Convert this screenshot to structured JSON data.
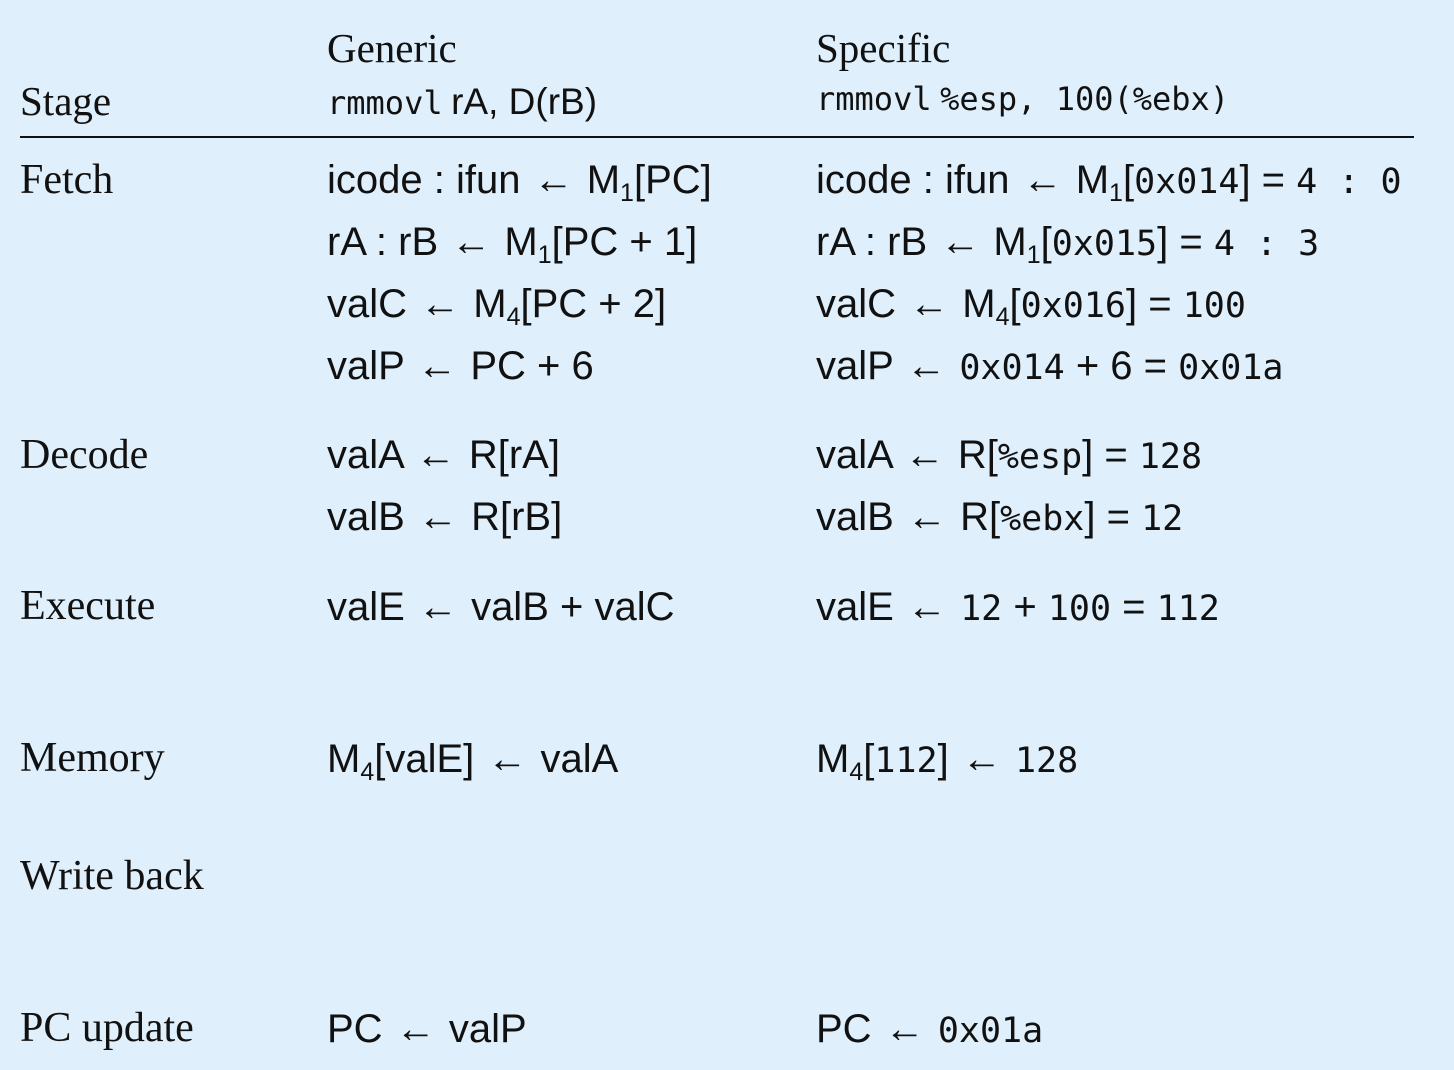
{
  "header": {
    "stage": "Stage",
    "generic_title": "Generic",
    "generic_mnemonic": "rmmovl",
    "generic_operands": "rA, D(rB)",
    "specific_title": "Specific",
    "specific_mnemonic": "rmmovl",
    "specific_operands": "%esp, 100(%ebx)"
  },
  "stages": {
    "fetch": "Fetch",
    "decode": "Decode",
    "execute": "Execute",
    "memory": "Memory",
    "write_back": "Write back",
    "pc_update": "PC update"
  },
  "generic": {
    "fetch_1": {
      "lhs": "icode : ifun",
      "arrow": "←",
      "m": "M",
      "sub": "1",
      "rest": "[PC]"
    },
    "fetch_2": {
      "lhs": "rA : rB",
      "arrow": "←",
      "m": "M",
      "sub": "1",
      "rest": "[PC + 1]"
    },
    "fetch_3": {
      "lhs": "valC",
      "arrow": "←",
      "m": "M",
      "sub": "4",
      "rest": "[PC + 2]"
    },
    "fetch_4": {
      "lhs": "valP",
      "arrow": "←",
      "rest": "PC + 6"
    },
    "decode_1": {
      "lhs": "valA",
      "arrow": "←",
      "rest": "R[rA]"
    },
    "decode_2": {
      "lhs": "valB",
      "arrow": "←",
      "rest": "R[rB]"
    },
    "execute_1": {
      "lhs": "valE",
      "arrow": "←",
      "rest": "valB + valC"
    },
    "memory_1": {
      "m": "M",
      "sub": "4",
      "lhs": "[valE]",
      "arrow": "←",
      "rest": "valA"
    },
    "pc_update_1": {
      "lhs": "PC",
      "arrow": "←",
      "rest": "valP"
    }
  },
  "specific": {
    "fetch_1": {
      "lhs": "icode : ifun",
      "arrow": "←",
      "m": "M",
      "sub": "1",
      "addr": "0x014",
      "eq": "= ",
      "val": "4 : 0"
    },
    "fetch_2": {
      "lhs": "rA : rB",
      "arrow": "←",
      "m": "M",
      "sub": "1",
      "addr": "0x015",
      "eq": "= ",
      "val": "4 : 3"
    },
    "fetch_3": {
      "lhs": "valC",
      "arrow": "←",
      "m": "M",
      "sub": "4",
      "addr": "0x016",
      "eq": "= ",
      "val": "100"
    },
    "fetch_4": {
      "lhs": "valP",
      "arrow": "←",
      "a": "0x014",
      "mid": " + 6 = ",
      "b": "0x01a"
    },
    "decode_1": {
      "lhs": "valA",
      "arrow": "←",
      "pre": "R[",
      "reg": "%esp",
      "post": "] = ",
      "val": "128"
    },
    "decode_2": {
      "lhs": "valB",
      "arrow": "←",
      "pre": "R[",
      "reg": "%ebx",
      "post": "] = ",
      "val": "12"
    },
    "execute_1": {
      "lhs": "valE",
      "arrow": "←",
      "a": "12",
      "mid": " + ",
      "b": "100",
      "eq": " = ",
      "val": "112"
    },
    "memory_1": {
      "m": "M",
      "sub": "4",
      "addr": "112",
      "arrow": "←",
      "val": "128"
    },
    "pc_update_1": {
      "lhs": "PC",
      "arrow": "←",
      "val": "0x01a"
    }
  }
}
